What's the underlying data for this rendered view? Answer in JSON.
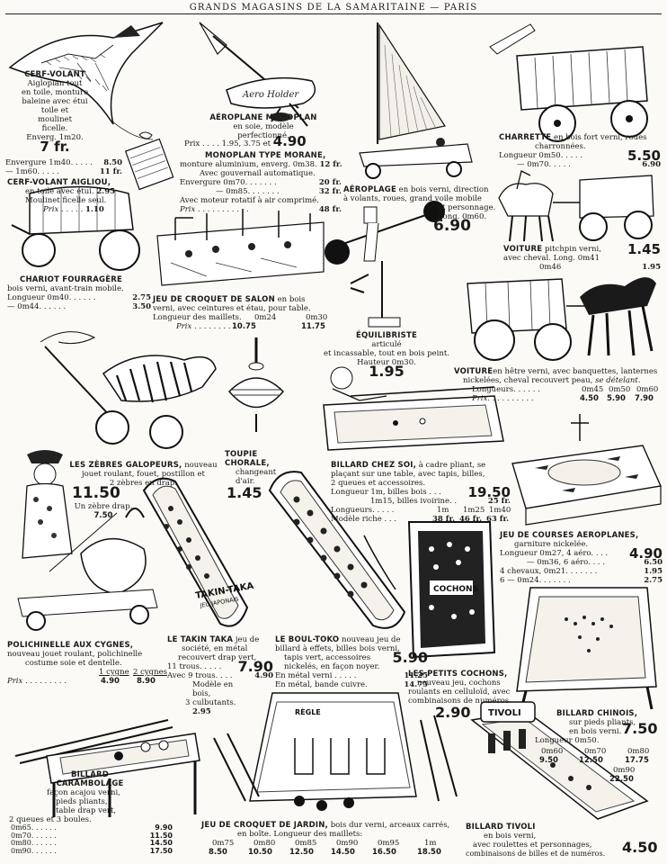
{
  "header": "GRANDS MAGASINS DE LA SAMARITAINE — PARIS",
  "items": {
    "cerf_volant": {
      "name": "CERF-VOLANT",
      "line1": "Aigloplan tout",
      "line2": "en toile, monture",
      "line3": "baleine avec étui",
      "line4": "toile et",
      "line5": "moulinet",
      "line6": "ficelle.",
      "line7": "Enverg. 1m20.",
      "price": "7 fr.",
      "row1_label": "Envergure 1m40. . . . .",
      "row1_price": "8.50",
      "row2_label": "— 1m60. . . . .",
      "row2_price": "11 fr."
    },
    "cerf_volant_aigliou": {
      "name": "CERF-VOLANT AIGLIOU,",
      "line1": "en toile avec étui.",
      "price_inline": "2.95",
      "line2": "Moulinet ficelle seul.",
      "line3": "Prix . . . . .",
      "price2": "1.10"
    },
    "aeroplane": {
      "name": "AÉROPLANE MONOPLAN",
      "line1": "en soie, modèle",
      "line2": "perfectionné.",
      "line3": "Prix . . . . 1.95, 3.75 et",
      "price": "4.90",
      "banner": "Aero Holder"
    },
    "monoplan_morane": {
      "name": "MONOPLAN TYPE MORANE,",
      "line1": "monture aluminium, enverg. 0m38.",
      "price_inline": "12 fr.",
      "line2": "Avec gouvernail automatique.",
      "row1_label": "Envergure 0m70. . . . . . .",
      "row1_price": "20 fr.",
      "row2_label": "— 0m85. . . . . . .",
      "row2_price": "32 fr.",
      "line3": "Avec moteur rotatif à air comprimé.",
      "line4": "Prix . . . . . . . . . . .",
      "price2": "48 fr."
    },
    "charrette": {
      "name": "CHARRETTE",
      "line1": "en bois fort verni, roues",
      "line2": "charronnées.",
      "price": "5.50",
      "row1_label": "Longueur 0m50. . . . .",
      "row2_label": "— 0m70. . . . .",
      "row2_price": "6.90"
    },
    "aeroplage": {
      "name": "AÉROPLAGE",
      "line1": "en bois verni, direction",
      "line2": "à volants, roues, grand voile mobile",
      "line3": "et personnage.",
      "line4": "Long. 0m60.",
      "price": "6.90"
    },
    "chariot": {
      "name": "CHARIOT FOURRAGÈRE",
      "line1": "bois verni, avant-train mobile.",
      "row1_label": "Longueur 0m40. . . . . .",
      "row1_price": "2.75",
      "row2_label": "— 0m44. . . . . .",
      "row2_price": "3.50"
    },
    "croquet_salon": {
      "name": "JEU DE CROQUET DE SALON",
      "line1": "en bois",
      "line2": "verni, avec ceintures et étau, pour table.",
      "line3": "Longueur des maillets.",
      "col1": "0m24",
      "col2": "0m30",
      "line4": "Prix . . . . . . . .",
      "price1": "10.75",
      "price2": "11.75"
    },
    "voiture_pitchpin": {
      "name": "VOITURE",
      "line1": "pitchpin verni,",
      "line2": "avec cheval. Long.",
      "row1_label": "0m41",
      "price": "1.45",
      "row2_label": "0m46",
      "row2_price": "1.95"
    },
    "equilibriste": {
      "name": "ÉQUILIBRISTE",
      "line1": "articulé",
      "line2": "et incassable, tout en bois peint.",
      "line3": "Hauteur 0m30.",
      "price": "1.95"
    },
    "voiture_hetre": {
      "name": "VOITURE",
      "line1": "en hêtre verni, avec banquettes, lanternes",
      "line2": "nickelées, cheval recouvert peau,",
      "line2b": "se dételant.",
      "line3": "Longueurs. . . . . .",
      "col1": "0m45",
      "col2": "0m50",
      "col3": "0m60",
      "line4": "Prix. . . . . . . . . .",
      "price1": "4.50",
      "price2": "5.90",
      "price3": "7.90"
    },
    "zebres": {
      "name": "LES ZÈBRES GALOPEURS,",
      "line1": "nouveau",
      "line2": "jouet roulant, fouet, postillon et",
      "line3": "2 zèbres en drap.",
      "price": "11.50",
      "line4": "Un zèbre drap.",
      "price2": "7.50"
    },
    "toupie": {
      "name": "TOUPIE",
      "name2": "CHORALE,",
      "line1": "changeant",
      "line2": "d'air.",
      "price": "1.45"
    },
    "billard_chez_soi": {
      "name": "BILLARD CHEZ SOI,",
      "line1": "à cadre pliant, se",
      "line2": "plaçant sur une table, avec tapis, billes,",
      "line3": "2 queues et accessoires.",
      "line4": "Longueur 1m, billes bois . . .",
      "price": "19.50",
      "line5": "1m15, billes ivoirine. .",
      "price2": "25 fr.",
      "line6": "Longueurs. . . . .",
      "col1": "1m",
      "col2": "1m25",
      "col3": "1m40",
      "line7": "Modèle riche . . .",
      "price3": "38 fr.",
      "price4": "46 fr.",
      "price5": "63 fr."
    },
    "courses_aeroplanes": {
      "name": "JEU DE COURSES AEROPLANES,",
      "line1": "garniture nickelée.",
      "row1_label": "Longueur 0m27, 4 aéro. . . .",
      "price": "4.90",
      "row2_label": "— 0m36, 6 aéro. . . .",
      "row2_price": "6.50",
      "row3_label": "4 chevaux, 0m21. . . . . . .",
      "row3_price": "1.95",
      "row4_label": "6 — 0m24. . . . . . .",
      "row4_price": "2.75"
    },
    "polichinelle": {
      "name": "POLICHINELLE AUX CYGNES,",
      "line1": "nouveau jouet roulant, polichinelle",
      "line2": "costume soie et dentelle.",
      "col1": "1 cygne",
      "col2": "2 cygnes",
      "line3": "Prix . . . . . . . . .",
      "price1": "4.90",
      "price2": "8.90"
    },
    "takin_taka": {
      "name": "LE TAKIN TAKA",
      "line1": "jeu de",
      "line2": "société, en métal",
      "line3": "recouvert drap vert,",
      "line4": "11 trous. . . . .",
      "price": "7.90",
      "line5": "Avec 9 trous. . . .",
      "price2": "4.90",
      "line6": "Modèle en",
      "line7": "bois,",
      "line8": "3 culbutants.",
      "price3": "2.95",
      "board_label": "TAKIN-TAKA",
      "board_sub": "JEU JAPONAIS"
    },
    "boul_toko": {
      "name": "LE BOUL-TOKO",
      "line1": "nouveau jeu de",
      "line2": "billard à effets, billes bois verni,",
      "line3": "tapis vert, accessoires",
      "line4": "nickelés, en façon noyer.",
      "price": "5.90",
      "line5": "En métal verni . . . . .",
      "price2": "11.25",
      "line6": "En métal, bande cuivre.",
      "price3": "14.75"
    },
    "petits_cochons": {
      "name": "LES PETITS COCHONS,",
      "line1": "nouveau jeu, cochons",
      "line2": "roulants en celluloïd, avec",
      "line3": "combinaisons de numéros.",
      "price": "2.90",
      "board_label": "COCHONS"
    },
    "billard_chinois": {
      "name": "BILLARD CHINOIS,",
      "line1": "sur pieds pliants,",
      "line2": "en bois verni.",
      "line3": "Longueur 0m50.",
      "price": "7.50",
      "col1": "0m60",
      "col2": "0m70",
      "col3": "0m80",
      "price1": "9.50",
      "price2": "12.50",
      "price3": "17.75",
      "col4": "0m90",
      "price4": "22.50"
    },
    "billard_carambolage": {
      "name": "BILLARD",
      "name2": "CARAMBOLAGE",
      "line1": "façon acajou verni,",
      "line2": "pieds pliants,",
      "line3": "table drap vert,",
      "line4": "2 queues et 3 boules.",
      "rows": [
        {
          "label": "0m65. . . . . .",
          "price": "9.90"
        },
        {
          "label": "0m70. . . . . .",
          "price": "11.50"
        },
        {
          "label": "0m80. . . . . .",
          "price": "14.50"
        },
        {
          "label": "0m90. . . . . .",
          "price": "17.50"
        }
      ]
    },
    "croquet_jardin": {
      "name": "JEU DE CROQUET DE JARDIN,",
      "line1": "bois dur verni, arceaux carrés,",
      "line2": "en boîte. Longueur des maillets:",
      "cols": [
        "0m75",
        "0m80",
        "0m85",
        "0m90",
        "0m95",
        "1m"
      ],
      "prices": [
        "8.50",
        "10.50",
        "12.50",
        "14.50",
        "16.50",
        "18.50"
      ],
      "box_label": "RÈGLE"
    },
    "billard_tivoli": {
      "name": "BILLARD TIVOLI",
      "line1": "en bois verni,",
      "line2": "avec roulettes et personnages,",
      "line3": "combinaisons de billes et de numéros.",
      "price": "4.50",
      "sign": "TIVOLI"
    }
  }
}
